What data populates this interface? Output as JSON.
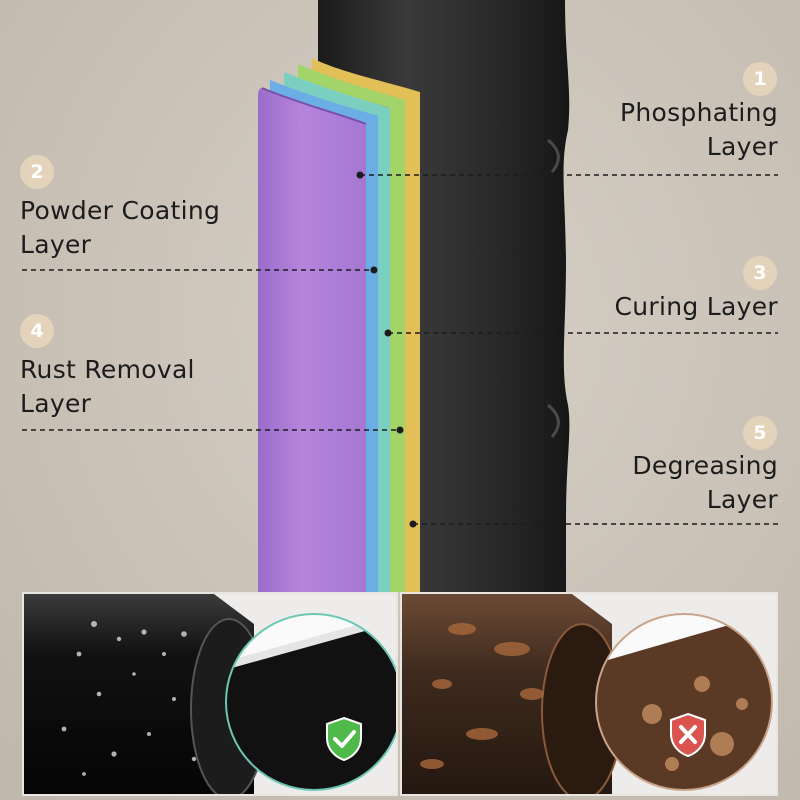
{
  "layers": [
    {
      "number": "1",
      "name_line1": "Phosphating",
      "name_line2": "Layer"
    },
    {
      "number": "2",
      "name_line1": "Powder Coating",
      "name_line2": "Layer"
    },
    {
      "number": "3",
      "name_line1": "Curing Layer",
      "name_line2": ""
    },
    {
      "number": "4",
      "name_line1": "Rust Removal",
      "name_line2": "Layer"
    },
    {
      "number": "5",
      "name_line1": "Degreasing",
      "name_line2": "Layer"
    }
  ],
  "colors": {
    "background": "#cbc3b8",
    "badge_circle": "#e3d3bb",
    "pipe": "#2a2a2a",
    "layer_purple": "#b07fd6",
    "layer_blue": "#6fb3e8",
    "layer_teal": "#7fd3c4",
    "layer_green": "#a6d86a",
    "layer_yellow": "#e8c35a",
    "good_badge": "#4fb94a",
    "bad_badge": "#d9534f"
  },
  "comparison": {
    "left": {
      "icon": "check-shield-icon",
      "state": "coated-clean-pipe"
    },
    "right": {
      "icon": "x-shield-icon",
      "state": "rusted-pipe"
    }
  }
}
